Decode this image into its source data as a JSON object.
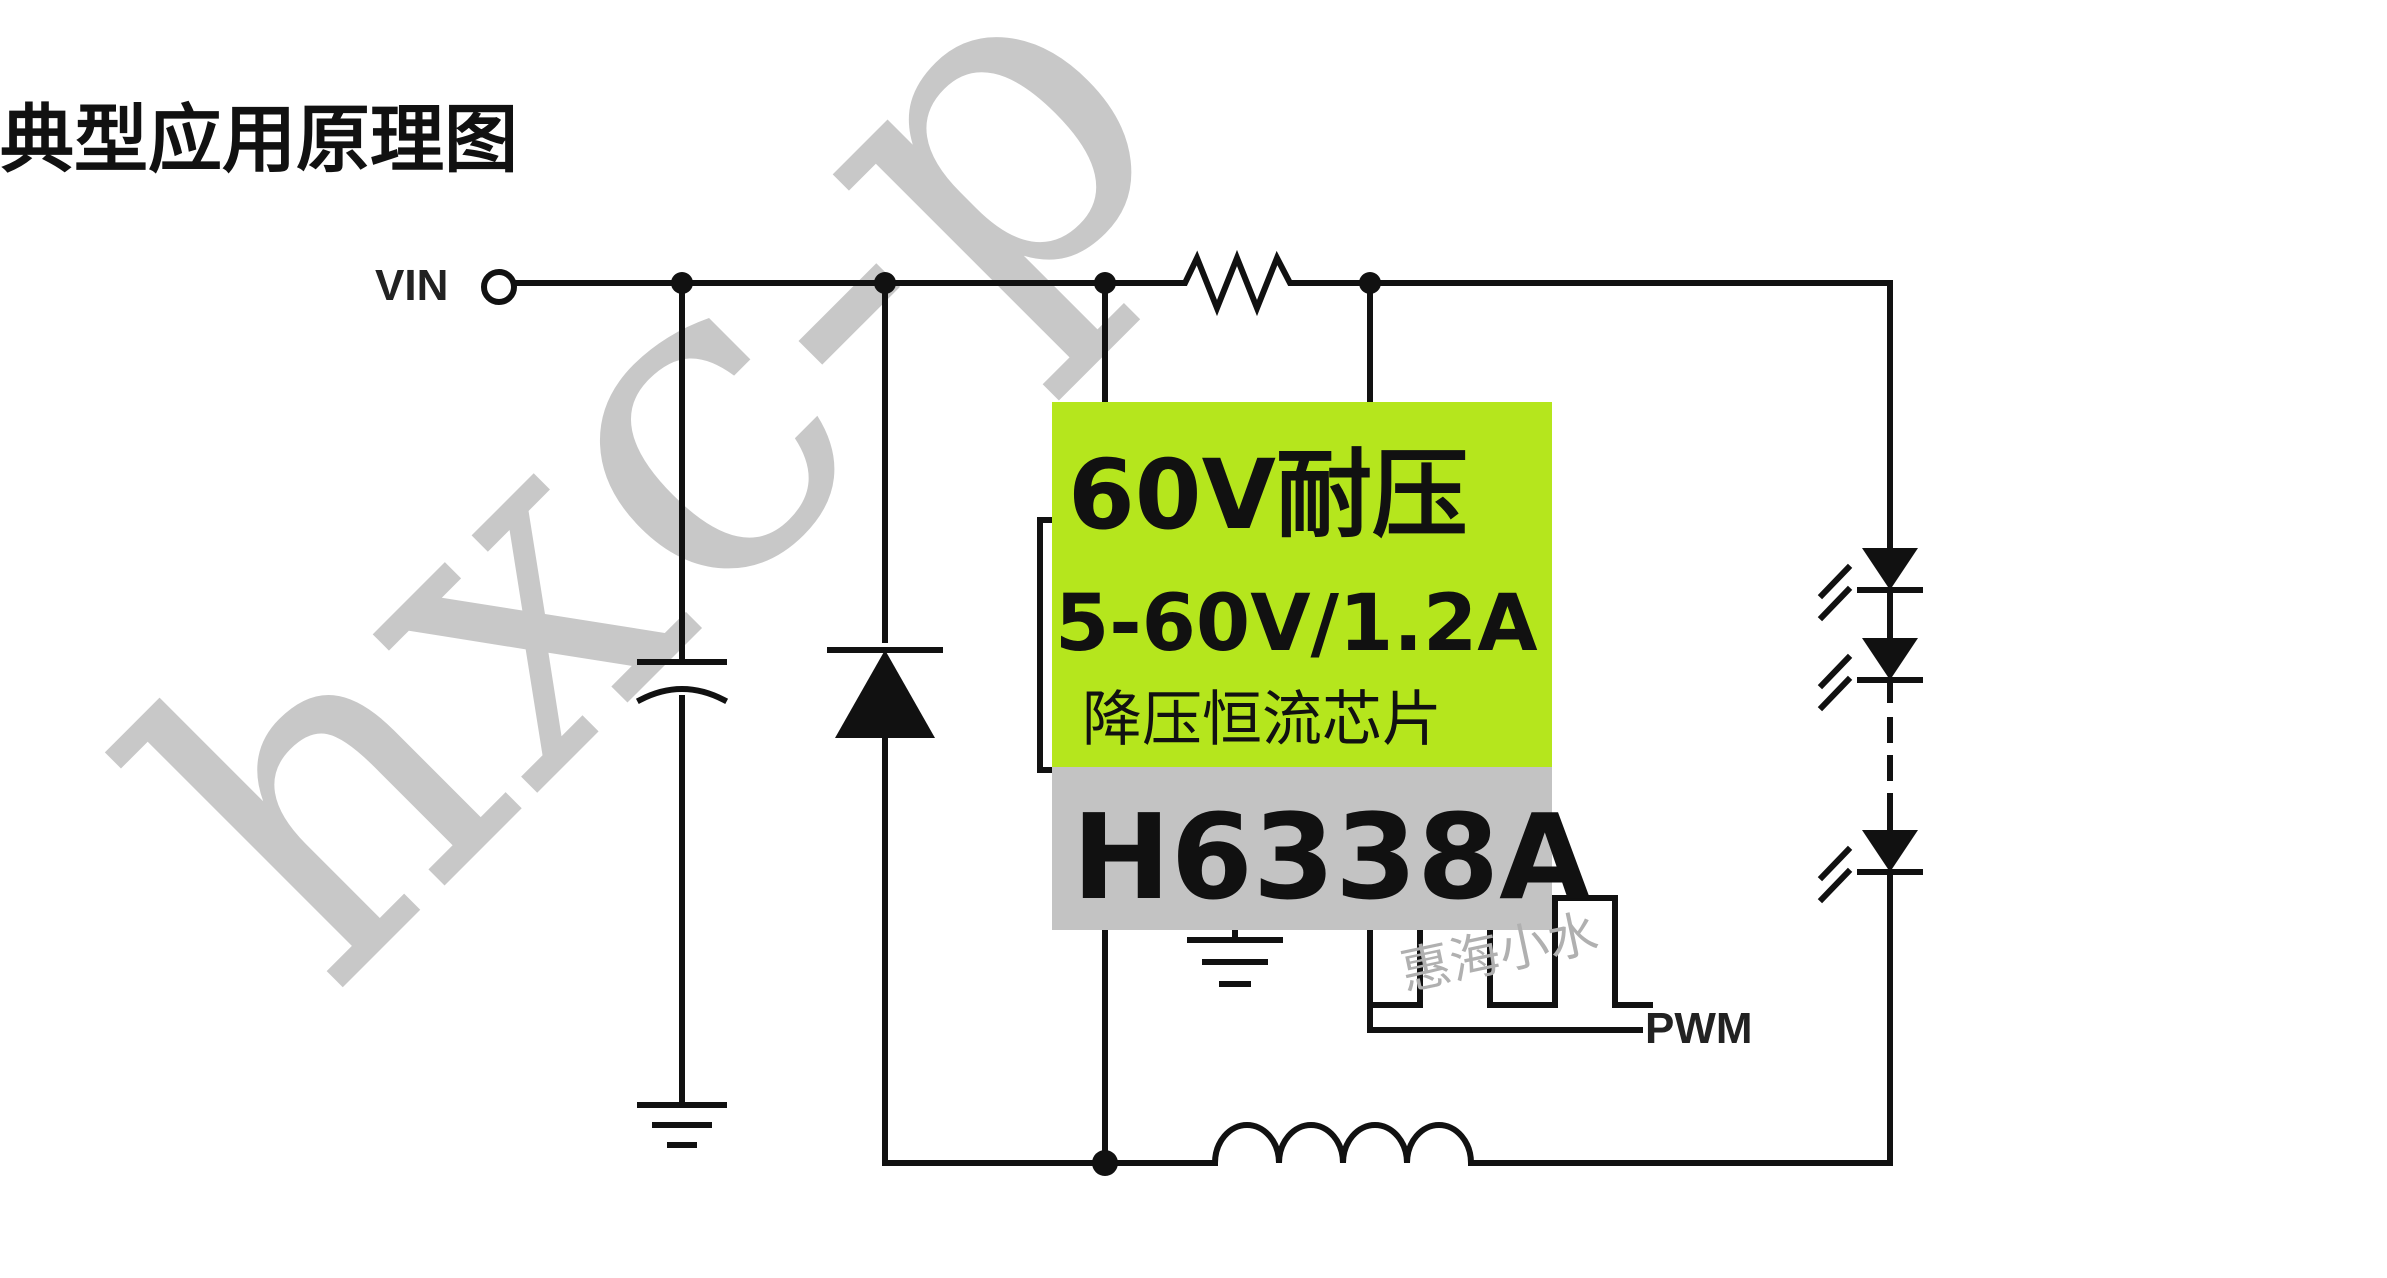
{
  "title": "典型应用原理图",
  "labels": {
    "vin": "VIN",
    "pwm": "PWM"
  },
  "chip": {
    "voltage_headline": "60V耐压",
    "range": "5-60V/1.2A",
    "function": "降压恒流芯片",
    "part_number": "H6338A"
  },
  "watermark": "hxc-p",
  "signature": "惠海小水",
  "colors": {
    "chip_green": "#b5e61d",
    "chip_gray": "#c3c3c3",
    "wire": "#111111",
    "watermark": "#c8c8c8"
  },
  "components": {
    "capacitor": "capacitor-icon",
    "diode": "diode-icon",
    "resistor": "resistor-icon",
    "inductor": "inductor-icon",
    "led": "led-icon",
    "ground": "ground-icon"
  }
}
